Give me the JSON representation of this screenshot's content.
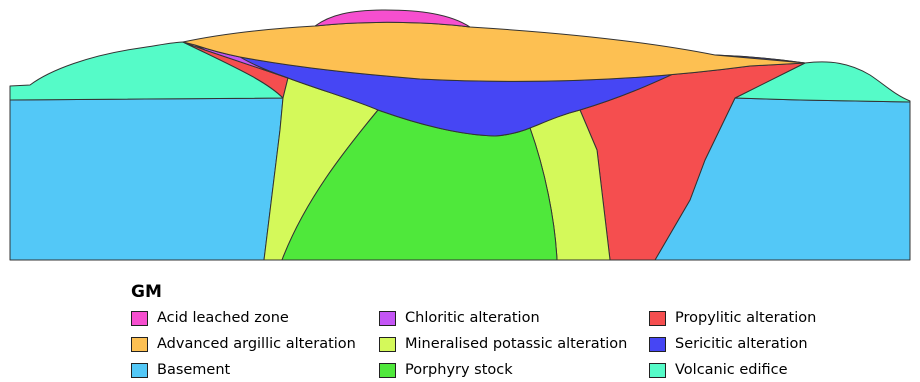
{
  "legend": {
    "title": "GM",
    "items": [
      {
        "label": "Acid leached zone",
        "color": "#f64fcf"
      },
      {
        "label": "Advanced argillic alteration",
        "color": "#fdc052"
      },
      {
        "label": "Basement",
        "color": "#53c8f7"
      },
      {
        "label": "Chloritic alteration",
        "color": "#c455f5"
      },
      {
        "label": "Mineralised potassic alteration",
        "color": "#d4f95a"
      },
      {
        "label": "Porphyry stock",
        "color": "#4fe83b"
      },
      {
        "label": "Propylitic alteration",
        "color": "#f54e4f"
      },
      {
        "label": "Sericitic alteration",
        "color": "#4646f4"
      },
      {
        "label": "Volcanic edifice",
        "color": "#55fbc8"
      }
    ]
  }
}
